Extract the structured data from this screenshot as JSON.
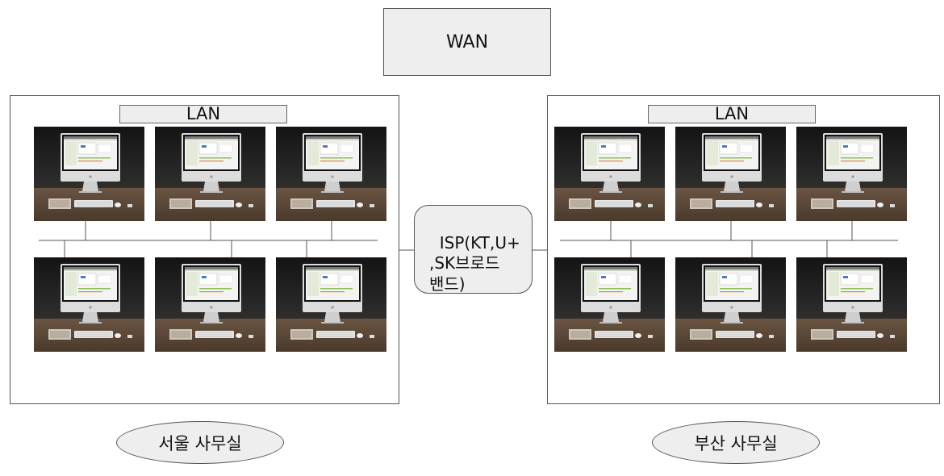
{
  "wan": {
    "label": "WAN"
  },
  "isp": {
    "label": "ISP(KT,U+\n,SK브로드\n밴드)"
  },
  "offices": [
    {
      "lan_label": "LAN",
      "location_label": "서울 사무실",
      "computers": 6
    },
    {
      "lan_label": "LAN",
      "location_label": "부산 사무실",
      "computers": 6
    }
  ],
  "colors": {
    "box_fill": "#eeeeee",
    "border": "#555555",
    "wire": "#555555"
  },
  "icons": {
    "computer": "imac-desktop-icon"
  }
}
